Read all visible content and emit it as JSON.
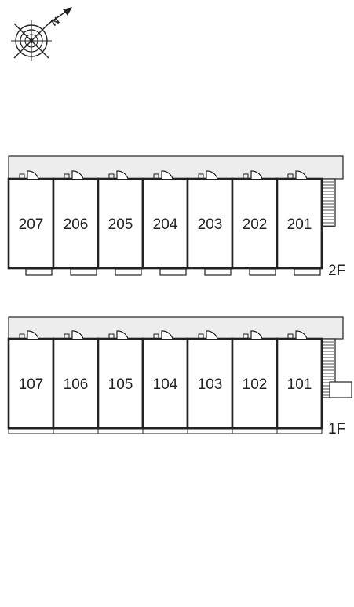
{
  "compass": {
    "label": "N",
    "icon": "compass-rose-icon"
  },
  "floors": [
    {
      "id": "2F",
      "label": "2F",
      "units": [
        "207",
        "206",
        "205",
        "204",
        "203",
        "202",
        "201"
      ]
    },
    {
      "id": "1F",
      "label": "1F",
      "units": [
        "107",
        "106",
        "105",
        "104",
        "103",
        "102",
        "101"
      ]
    }
  ],
  "colors": {
    "line": "#222222",
    "corridor": "#ededed",
    "background": "#ffffff"
  }
}
